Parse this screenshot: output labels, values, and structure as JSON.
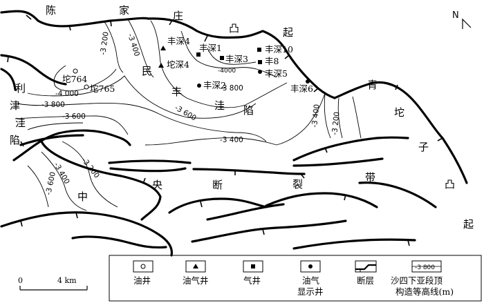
{
  "regions": [
    {
      "id": "chen",
      "text": "陈"
    },
    {
      "id": "jia",
      "text": "家"
    },
    {
      "id": "zhuang",
      "text": "庄"
    },
    {
      "id": "tu",
      "text": "凸"
    },
    {
      "id": "qi",
      "text": "起"
    },
    {
      "id": "min",
      "text": "民"
    },
    {
      "id": "feng",
      "text": "丰"
    },
    {
      "id": "wa",
      "text": "洼"
    },
    {
      "id": "xian",
      "text": "陷"
    },
    {
      "id": "li",
      "text": "利"
    },
    {
      "id": "jin",
      "text": "津"
    },
    {
      "id": "wa2",
      "text": "洼"
    },
    {
      "id": "xian2",
      "text": "陷"
    },
    {
      "id": "qing",
      "text": "青"
    },
    {
      "id": "tuo",
      "text": "坨"
    },
    {
      "id": "zi",
      "text": "子"
    },
    {
      "id": "tu2",
      "text": "凸"
    },
    {
      "id": "qi2",
      "text": "起"
    },
    {
      "id": "zhong",
      "text": "中"
    },
    {
      "id": "yang",
      "text": "央"
    },
    {
      "id": "duan",
      "text": "断"
    },
    {
      "id": "lie",
      "text": "裂"
    },
    {
      "id": "dai",
      "text": "带"
    }
  ],
  "contour_labels": [
    {
      "id": "c1",
      "text": "-3 200"
    },
    {
      "id": "c2",
      "text": "-3 400"
    },
    {
      "id": "c3",
      "text": "-4000"
    },
    {
      "id": "c4",
      "text": "-3 800"
    },
    {
      "id": "c5",
      "text": "-3 600"
    },
    {
      "id": "c6",
      "text": "-4 000"
    },
    {
      "id": "c7",
      "text": "-3 800"
    },
    {
      "id": "c8",
      "text": "-3 600"
    },
    {
      "id": "c9",
      "text": "-3 400"
    },
    {
      "id": "c10",
      "text": "-3 400"
    },
    {
      "id": "c11",
      "text": "-3 200"
    },
    {
      "id": "c12",
      "text": "-3 400"
    },
    {
      "id": "c13",
      "text": "-3 200"
    },
    {
      "id": "c14",
      "text": "-3 600"
    }
  ],
  "wells": [
    {
      "id": "w1",
      "name": "丰深4",
      "type": "oil_gas"
    },
    {
      "id": "w2",
      "name": "坨深4",
      "type": "oil_gas"
    },
    {
      "id": "w3",
      "name": "丰深1",
      "type": "gas"
    },
    {
      "id": "w4",
      "name": "丰深3",
      "type": "gas"
    },
    {
      "id": "w5",
      "name": "丰深10",
      "type": "gas"
    },
    {
      "id": "w6",
      "name": "丰8",
      "type": "gas"
    },
    {
      "id": "w7",
      "name": "丰深5",
      "type": "show"
    },
    {
      "id": "w8",
      "name": "丰深2",
      "type": "show"
    },
    {
      "id": "w9",
      "name": "丰深6",
      "type": "show"
    },
    {
      "id": "w10",
      "name": "坨764",
      "type": "oil"
    },
    {
      "id": "w11",
      "name": "坨765",
      "type": "oil"
    }
  ],
  "north": "N",
  "scale": {
    "zero": "0",
    "length_label": "4 km"
  },
  "legend": {
    "oil": {
      "label": "油井"
    },
    "oil_gas": {
      "label": "油气井"
    },
    "gas": {
      "label": "气井"
    },
    "show": {
      "label_line1": "油气",
      "label_line2": "显示井"
    },
    "fault": {
      "label": "断层"
    },
    "contour": {
      "sample": "-3 800",
      "label_line1": "沙四下亚段顶",
      "label_line2": "构造等高线(m)"
    }
  }
}
